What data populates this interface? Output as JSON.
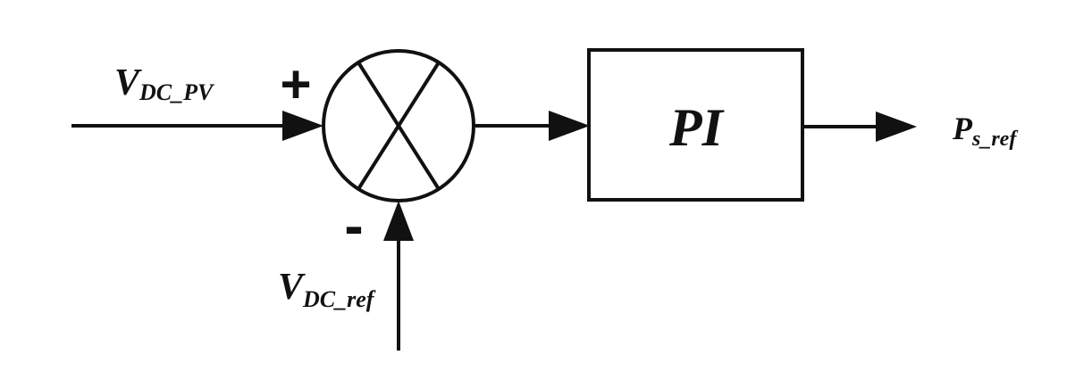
{
  "diagram": {
    "inputs": {
      "pv": {
        "main": "V",
        "sub": "DC_PV"
      },
      "ref": {
        "main": "V",
        "sub": "DC_ref"
      }
    },
    "summing_junction": {
      "plus_sign": "+",
      "minus_sign": "-"
    },
    "controller": {
      "label": "PI"
    },
    "output": {
      "main": "P",
      "sub": "s_ref"
    }
  }
}
